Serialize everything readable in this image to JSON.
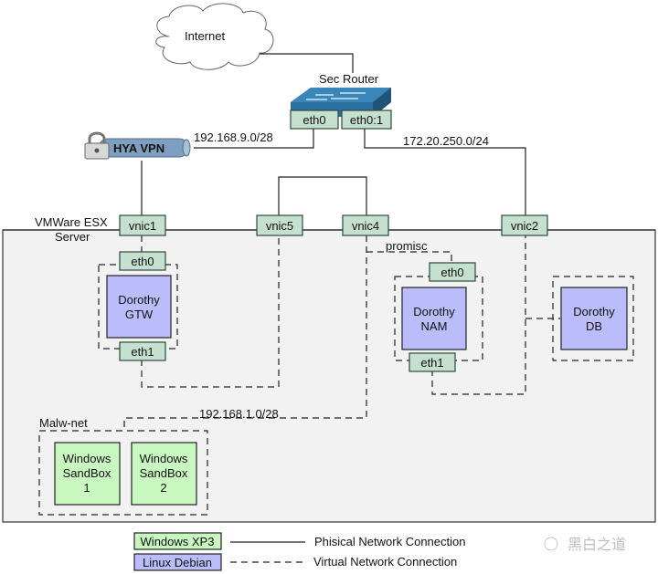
{
  "title": "Dorothy malware analysis network topology",
  "colors": {
    "nic_fill": "#c6e0d0",
    "nic_stroke": "#2e4a3a",
    "linux_fill": "#bbbdfb",
    "windows_fill": "#c8f8c0",
    "esx_fill": "#f2f2f2",
    "router_blue": "#2b6f9e",
    "vpn_blue": "#7f9fc0"
  },
  "nodes": {
    "internet": "Internet",
    "router": "Sec Router",
    "router_eth0": "eth0",
    "router_eth0_1": "eth0:1",
    "vpn": "HYA VPN",
    "esx_line1": "VMWare ESX",
    "esx_line2": "Server",
    "vnic1": "vnic1",
    "vnic5": "vnic5",
    "vnic4": "vnic4",
    "vnic2": "vnic2",
    "gtw_eth0": "eth0",
    "gtw_eth1": "eth1",
    "gtw_line1": "Dorothy",
    "gtw_line2": "GTW",
    "nam_eth0": "eth0",
    "nam_eth1": "eth1",
    "nam_line1": "Dorothy",
    "nam_line2": "NAM",
    "db_line1": "Dorothy",
    "db_line2": "DB",
    "promisc": "promisc",
    "malw_net": "Malw-net",
    "sb1_line1": "Windows",
    "sb1_line2": "SandBox",
    "sb1_line3": "1",
    "sb2_line1": "Windows",
    "sb2_line2": "SandBox",
    "sb2_line3": "2"
  },
  "networks": {
    "vpn_net": "192.168.9.0/28",
    "db_net": "172.20.250.0/24",
    "malw_net": "192.168.1.0/28"
  },
  "legend": {
    "windows": "Windows XP3",
    "linux": "Linux Debian",
    "physical": "Phisical Network Connection",
    "virtual": "Virtual Network Connection"
  },
  "watermark": "黑白之道"
}
